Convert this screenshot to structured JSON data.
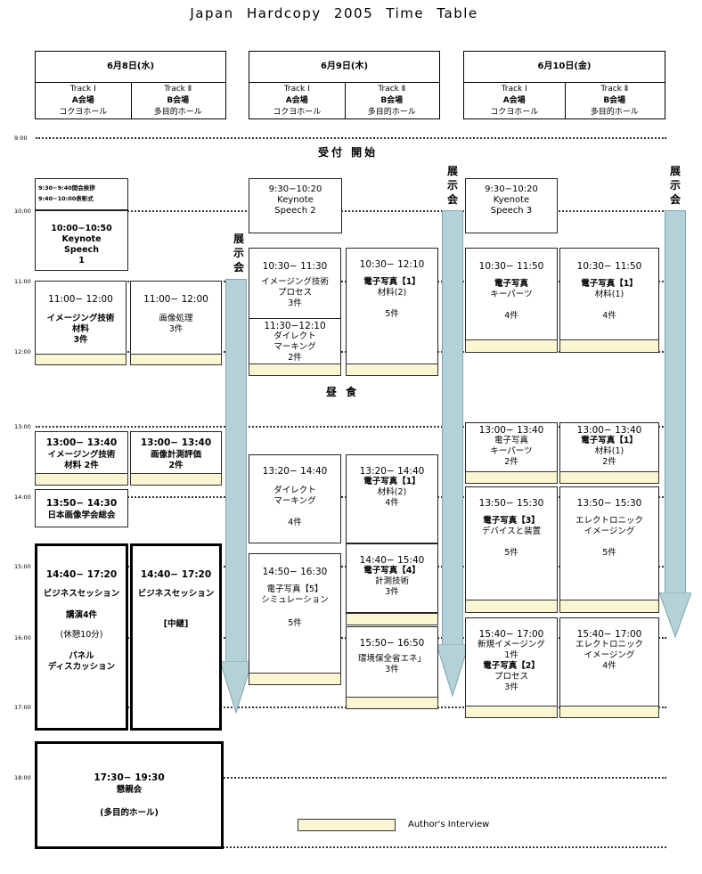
{
  "title": "Japan Hardcopy 2005 Time Table",
  "days": [
    {
      "date": "6月8日(水)",
      "track1": "Track Ⅰ",
      "hall1": "A会場",
      "sub1": "コクヨホール",
      "track2": "Track Ⅱ",
      "hall2": "B会場",
      "sub2": "多目的ホール"
    },
    {
      "date": "6月9日(木)",
      "track1": "Track Ⅰ",
      "hall1": "A会場",
      "sub1": "コクヨホール",
      "track2": "Track Ⅱ",
      "hall2": "B会場",
      "sub2": "多目的ホール"
    },
    {
      "date": "6月10日(金)",
      "track1": "Track Ⅰ",
      "hall1": "A会場",
      "sub1": "コクヨホール",
      "track2": "Track Ⅱ",
      "hall2": "B会場",
      "sub2": "多目的ホール"
    }
  ],
  "times": [
    "9:00",
    "10:00",
    "11:00",
    "12:00",
    "13:00",
    "14:00",
    "15:00",
    "16:00",
    "17:00",
    "18:00"
  ],
  "notes": {
    "reception": "受付 開始",
    "lunch": "昼 食"
  },
  "exhibit": "展示会",
  "legend": "Author's Interview",
  "d1": {
    "opening1": "9:30−9:40開会挨拶",
    "opening2": "9:40−10:00表彰式",
    "keynote_time": "10:00−10:50",
    "keynote": "Keynote Speech 1",
    "s1_time": "11:00− 12:00",
    "s1_t1": "イメージング技術",
    "s1_t2": "材料",
    "s1_cnt": "3件",
    "s2_time": "11:00− 12:00",
    "s2_t1": "画像処理",
    "s2_cnt": "3件",
    "s3_time": "13:00− 13:40",
    "s3_t1": "イメージング技術",
    "s3_t2": "材料 2件",
    "s4_time": "13:00− 13:40",
    "s4_t1": "画像計測評価",
    "s4_cnt": "2件",
    "s5_time": "13:50− 14:30",
    "s5_t1": "日本画像学会総会",
    "s6_time": "14:40− 17:20",
    "s6_t1": "ビジネスセッション",
    "s6_t2": "講演4件",
    "s6_t3": "(休憩10分)",
    "s6_t4": "パネル",
    "s6_t5": "ディスカッション",
    "s7_time": "14:40− 17:20",
    "s7_t1": "ビジネスセッション",
    "s7_t2": "[中継]",
    "s8_time": "17:30− 19:30",
    "s8_t1": "懇親会",
    "s8_t2": "(多目的ホール)"
  },
  "d2": {
    "keynote_time": "9:30−10:20",
    "keynote": "Keynote Speech 2",
    "s1_time": "10:30− 11:30",
    "s1_t1": "イメージング技術",
    "s1_t2": "プロセス",
    "s1_cnt": "3件",
    "s2_time": "11:30−12:10",
    "s2_t1": "ダイレクト",
    "s2_t2": "マーキング",
    "s2_cnt": "2件",
    "s3_time": "10:30− 12:10",
    "s3_t1": "電子写真【1】",
    "s3_t2": "材料(2)",
    "s3_cnt": "5件",
    "s4_time": "13:20− 14:40",
    "s4_t1": "ダイレクト",
    "s4_t2": "マーキング",
    "s4_cnt": "4件",
    "s5_time": "13:20− 14:40",
    "s5_t1": "電子写真【1】",
    "s5_t2": "材料(2)",
    "s5_cnt": "4件",
    "s6_time": "14:40− 15:40",
    "s6_t1": "電子写真【4】",
    "s6_t2": "計測技術",
    "s6_cnt": "3件",
    "s7_time": "14:50− 16:30",
    "s7_t1": "電子写真【5】",
    "s7_t2": "シミュレーション",
    "s7_cnt": "5件",
    "s8_time": "15:50− 16:50",
    "s8_t1": "環境保全省エネ」",
    "s8_cnt": "3件"
  },
  "d3": {
    "keynote_time": "9:30−10:20",
    "keynote": "Kyenote Speech 3",
    "s1_time": "10:30− 11:50",
    "s1_t1": "電子写真",
    "s1_t2": "キーパーツ",
    "s1_cnt": "4件",
    "s2_time": "10:30− 11:50",
    "s2_t1": "電子写真【1】",
    "s2_t2": "材料(1)",
    "s2_cnt": "4件",
    "s3_time": "13:00− 13:40",
    "s3_t1": "電子写真",
    "s3_t2": "キーパーツ",
    "s3_cnt": "2件",
    "s4_time": "13:00− 13:40",
    "s4_t1": "電子写真【1】",
    "s4_t2": "材料(1)",
    "s4_cnt": "2件",
    "s5_time": "13:50− 15:30",
    "s5_t1": "電子写真【3】",
    "s5_t2": "デバイスと装置",
    "s5_cnt": "5件",
    "s6_time": "13:50− 15:30",
    "s6_t1": "エレクトロニック",
    "s6_t2": "イメージング",
    "s6_cnt": "5件",
    "s7_time": "15:40− 17:00",
    "s7_t1": "新規イメージング",
    "s7_t2": "1件",
    "s7_t3": "電子写真【2】",
    "s7_t4": "プロセス",
    "s7_cnt": "3件",
    "s8_time": "15:40− 17:00",
    "s8_t1": "エレクトロニック",
    "s8_t2": "イメージング",
    "s8_cnt": "4件"
  }
}
